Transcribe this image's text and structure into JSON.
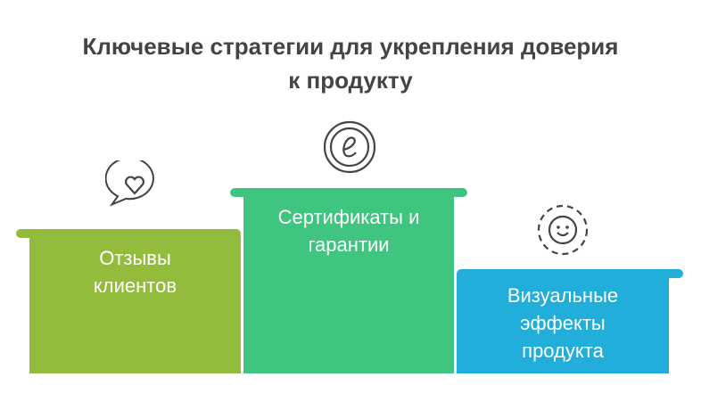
{
  "title_line1": "Ключевые стратегии для укрепления доверия",
  "title_line2": "к продукту",
  "steps": [
    {
      "label_line1": "Отзывы",
      "label_line2": "клиентов",
      "color": "#93bc3c",
      "icon": "chat-heart-icon"
    },
    {
      "label_line1": "Сертификаты и",
      "label_line2": "гарантии",
      "color": "#3fc57f",
      "icon": "certificate-seal-icon"
    },
    {
      "label_line1": "Визуальные",
      "label_line2": "эффекты",
      "label_line3": "продукта",
      "color": "#22aedb",
      "icon": "smiley-face-icon"
    }
  ]
}
